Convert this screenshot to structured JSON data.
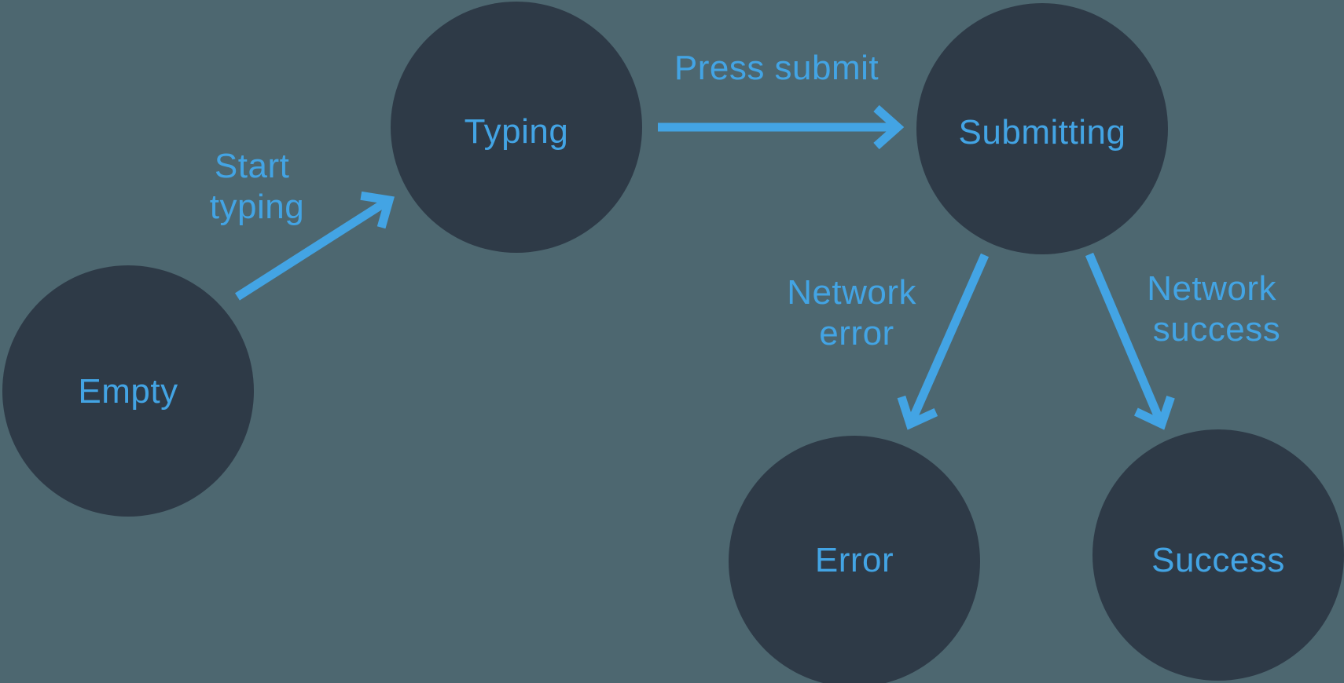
{
  "diagram": {
    "type": "state-machine",
    "states": [
      {
        "id": "empty",
        "label": "Empty"
      },
      {
        "id": "typing",
        "label": "Typing"
      },
      {
        "id": "submitting",
        "label": "Submitting"
      },
      {
        "id": "error",
        "label": "Error"
      },
      {
        "id": "success",
        "label": "Success"
      }
    ],
    "transitions": [
      {
        "from": "empty",
        "to": "typing",
        "lines": [
          "Start",
          "typing"
        ]
      },
      {
        "from": "typing",
        "to": "submitting",
        "lines": [
          "Press submit"
        ]
      },
      {
        "from": "submitting",
        "to": "error",
        "lines": [
          "Network",
          "error"
        ]
      },
      {
        "from": "submitting",
        "to": "success",
        "lines": [
          "Network",
          "success"
        ]
      }
    ]
  },
  "colors": {
    "background": "#4d6770",
    "node": "#2e3a47",
    "accent": "#43a4e4"
  }
}
